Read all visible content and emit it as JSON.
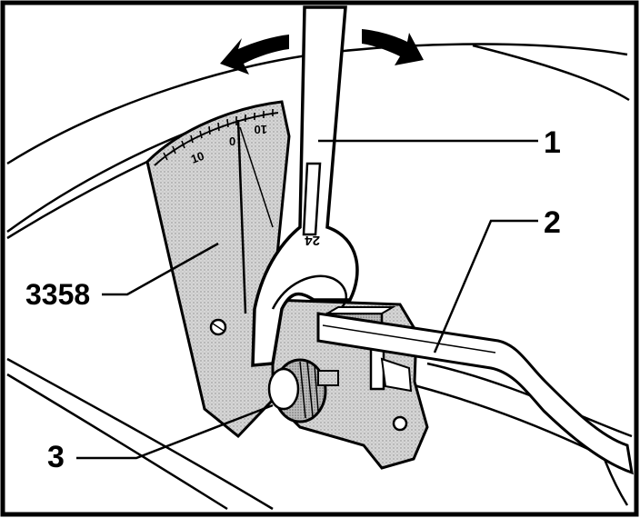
{
  "callouts": {
    "item_1": "1",
    "item_2": "2",
    "item_3": "3",
    "tool_number": "3358"
  },
  "scale_marks": {
    "zero": "0",
    "ten_left": "10",
    "ten_right": "10"
  },
  "wrench_size": "24",
  "colors": {
    "ink": "#000000",
    "paper": "#ffffff",
    "tint": "#cfcfcf"
  }
}
